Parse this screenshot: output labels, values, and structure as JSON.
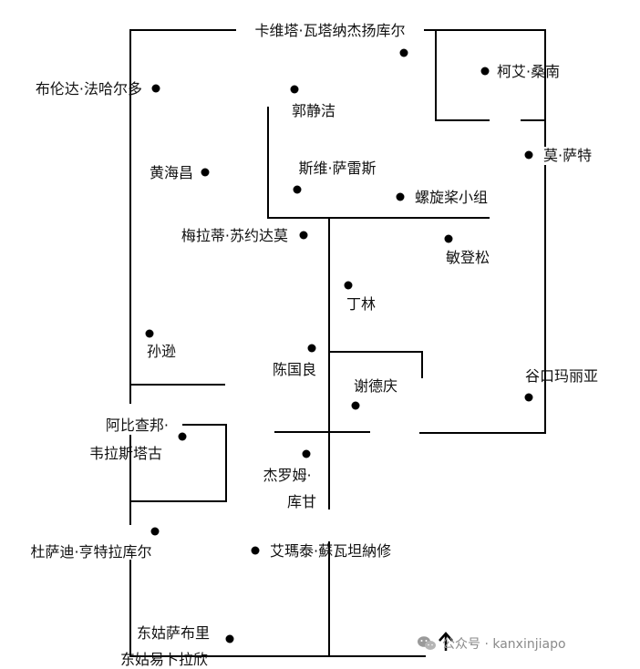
{
  "diagram": {
    "people": [
      {
        "name": "卡维塔·瓦塔纳杰扬库尔"
      },
      {
        "name": "柯艾·桑南"
      },
      {
        "name": "布伦达·法哈尔多"
      },
      {
        "name": "郭静洁"
      },
      {
        "name": "莫·萨特"
      },
      {
        "name": "黄海昌"
      },
      {
        "name": "斯维·萨雷斯"
      },
      {
        "name": "螺旋桨小组"
      },
      {
        "name": "梅拉蒂·苏约达莫"
      },
      {
        "name": "敏登松"
      },
      {
        "name": "丁林"
      },
      {
        "name": "孙逊"
      },
      {
        "name": "陈国良"
      },
      {
        "name": "谷口玛丽亚"
      },
      {
        "name": "谢德庆"
      },
      {
        "name": "阿比查邦·",
        "name_line2": "韦拉斯塔古"
      },
      {
        "name": "杰罗姆·",
        "name_line2": "库甘"
      },
      {
        "name": "杜萨迪·亨特拉库尔"
      },
      {
        "name": "艾瑪泰·蘇瓦坦納修"
      },
      {
        "name": "东姑萨布里"
      },
      {
        "name": "东姑易卜拉欣"
      }
    ],
    "entrance_icon": "up-arrow-icon"
  },
  "watermark": {
    "icon": "wechat-icon",
    "text": "公众号 · kanxinjiapo"
  }
}
